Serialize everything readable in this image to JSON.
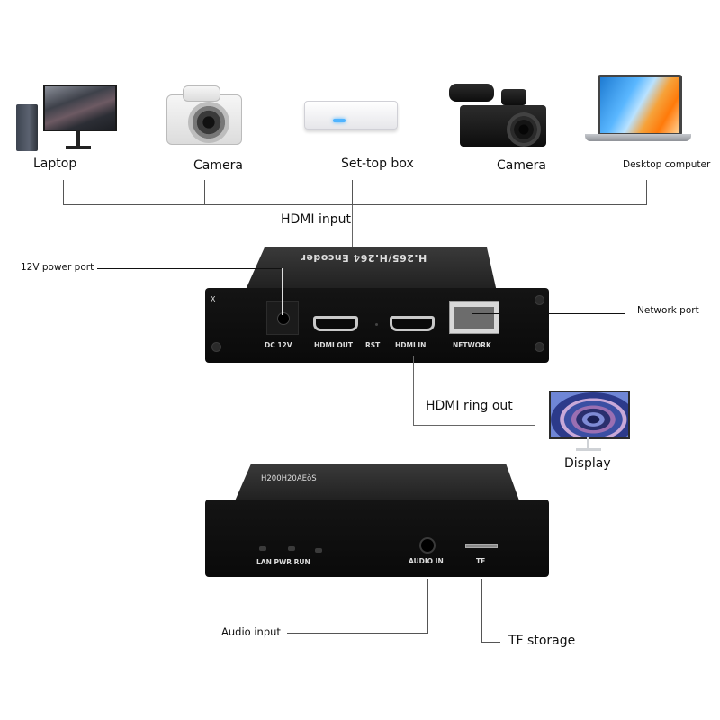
{
  "sources": [
    {
      "label": "Laptop",
      "icon": "desktop-pc-icon"
    },
    {
      "label": "Camera",
      "icon": "mirrorless-camera-icon"
    },
    {
      "label": "Set-top box",
      "icon": "set-top-box-icon"
    },
    {
      "label": "Camera",
      "icon": "camcorder-icon"
    },
    {
      "label": "Desktop computer",
      "icon": "laptop-icon"
    }
  ],
  "hdmi_input_label": "HDMI input",
  "rear_panel": {
    "top_print": "H.265/H.264 Encoder",
    "corner_mark": "X",
    "ports": {
      "dc": "DC 12V",
      "hdmi_out": "HDMI OUT",
      "rst": "RST",
      "hdmi_in": "HDMI IN",
      "network": "NETWORK"
    },
    "callouts": {
      "power": "12V power port",
      "network": "Network port",
      "ring_out": "HDMI ring out"
    }
  },
  "display": {
    "label": "Display",
    "icon": "display-monitor-icon"
  },
  "front_panel": {
    "top_print": "H200H20AEǒS",
    "leds": "LAN PWR RUN",
    "audio": "AUDIO IN",
    "tf": "TF",
    "callouts": {
      "audio": "Audio input",
      "tf": "TF storage"
    }
  }
}
